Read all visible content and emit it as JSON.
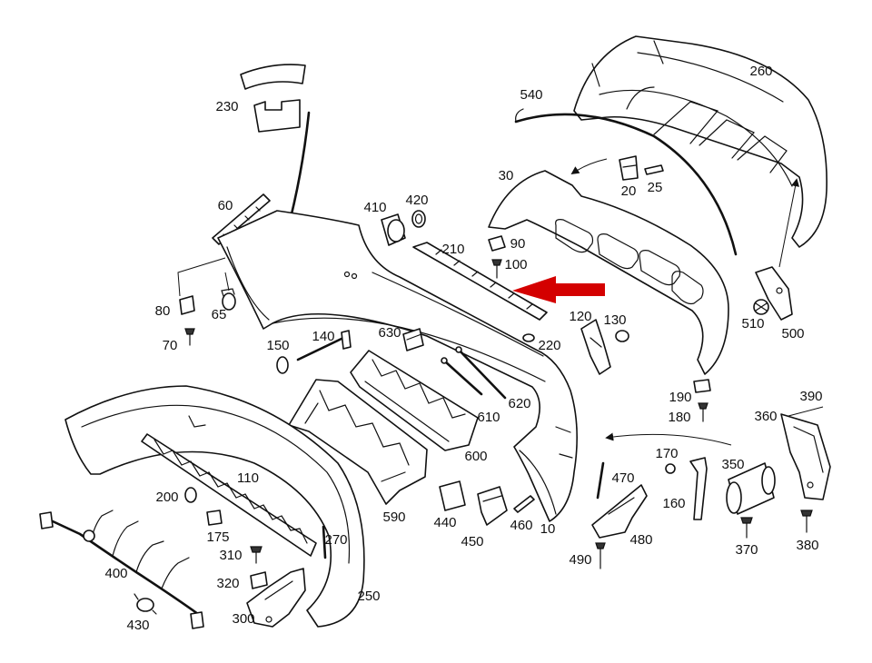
{
  "labels": [
    "230",
    "540",
    "260",
    "30",
    "20",
    "25",
    "60",
    "410",
    "420",
    "210",
    "90",
    "100",
    "80",
    "65",
    "70",
    "150",
    "140",
    "630",
    "120",
    "130",
    "220",
    "510",
    "500",
    "620",
    "610",
    "600",
    "190",
    "180",
    "390",
    "360",
    "110",
    "200",
    "175",
    "270",
    "590",
    "440",
    "450",
    "460",
    "10",
    "170",
    "470",
    "160",
    "350",
    "370",
    "380",
    "480",
    "490",
    "400",
    "310",
    "320",
    "250",
    "300",
    "430"
  ],
  "colors": {
    "line": "#111111",
    "accent_arrow": "#d40000",
    "background": "#ffffff"
  }
}
